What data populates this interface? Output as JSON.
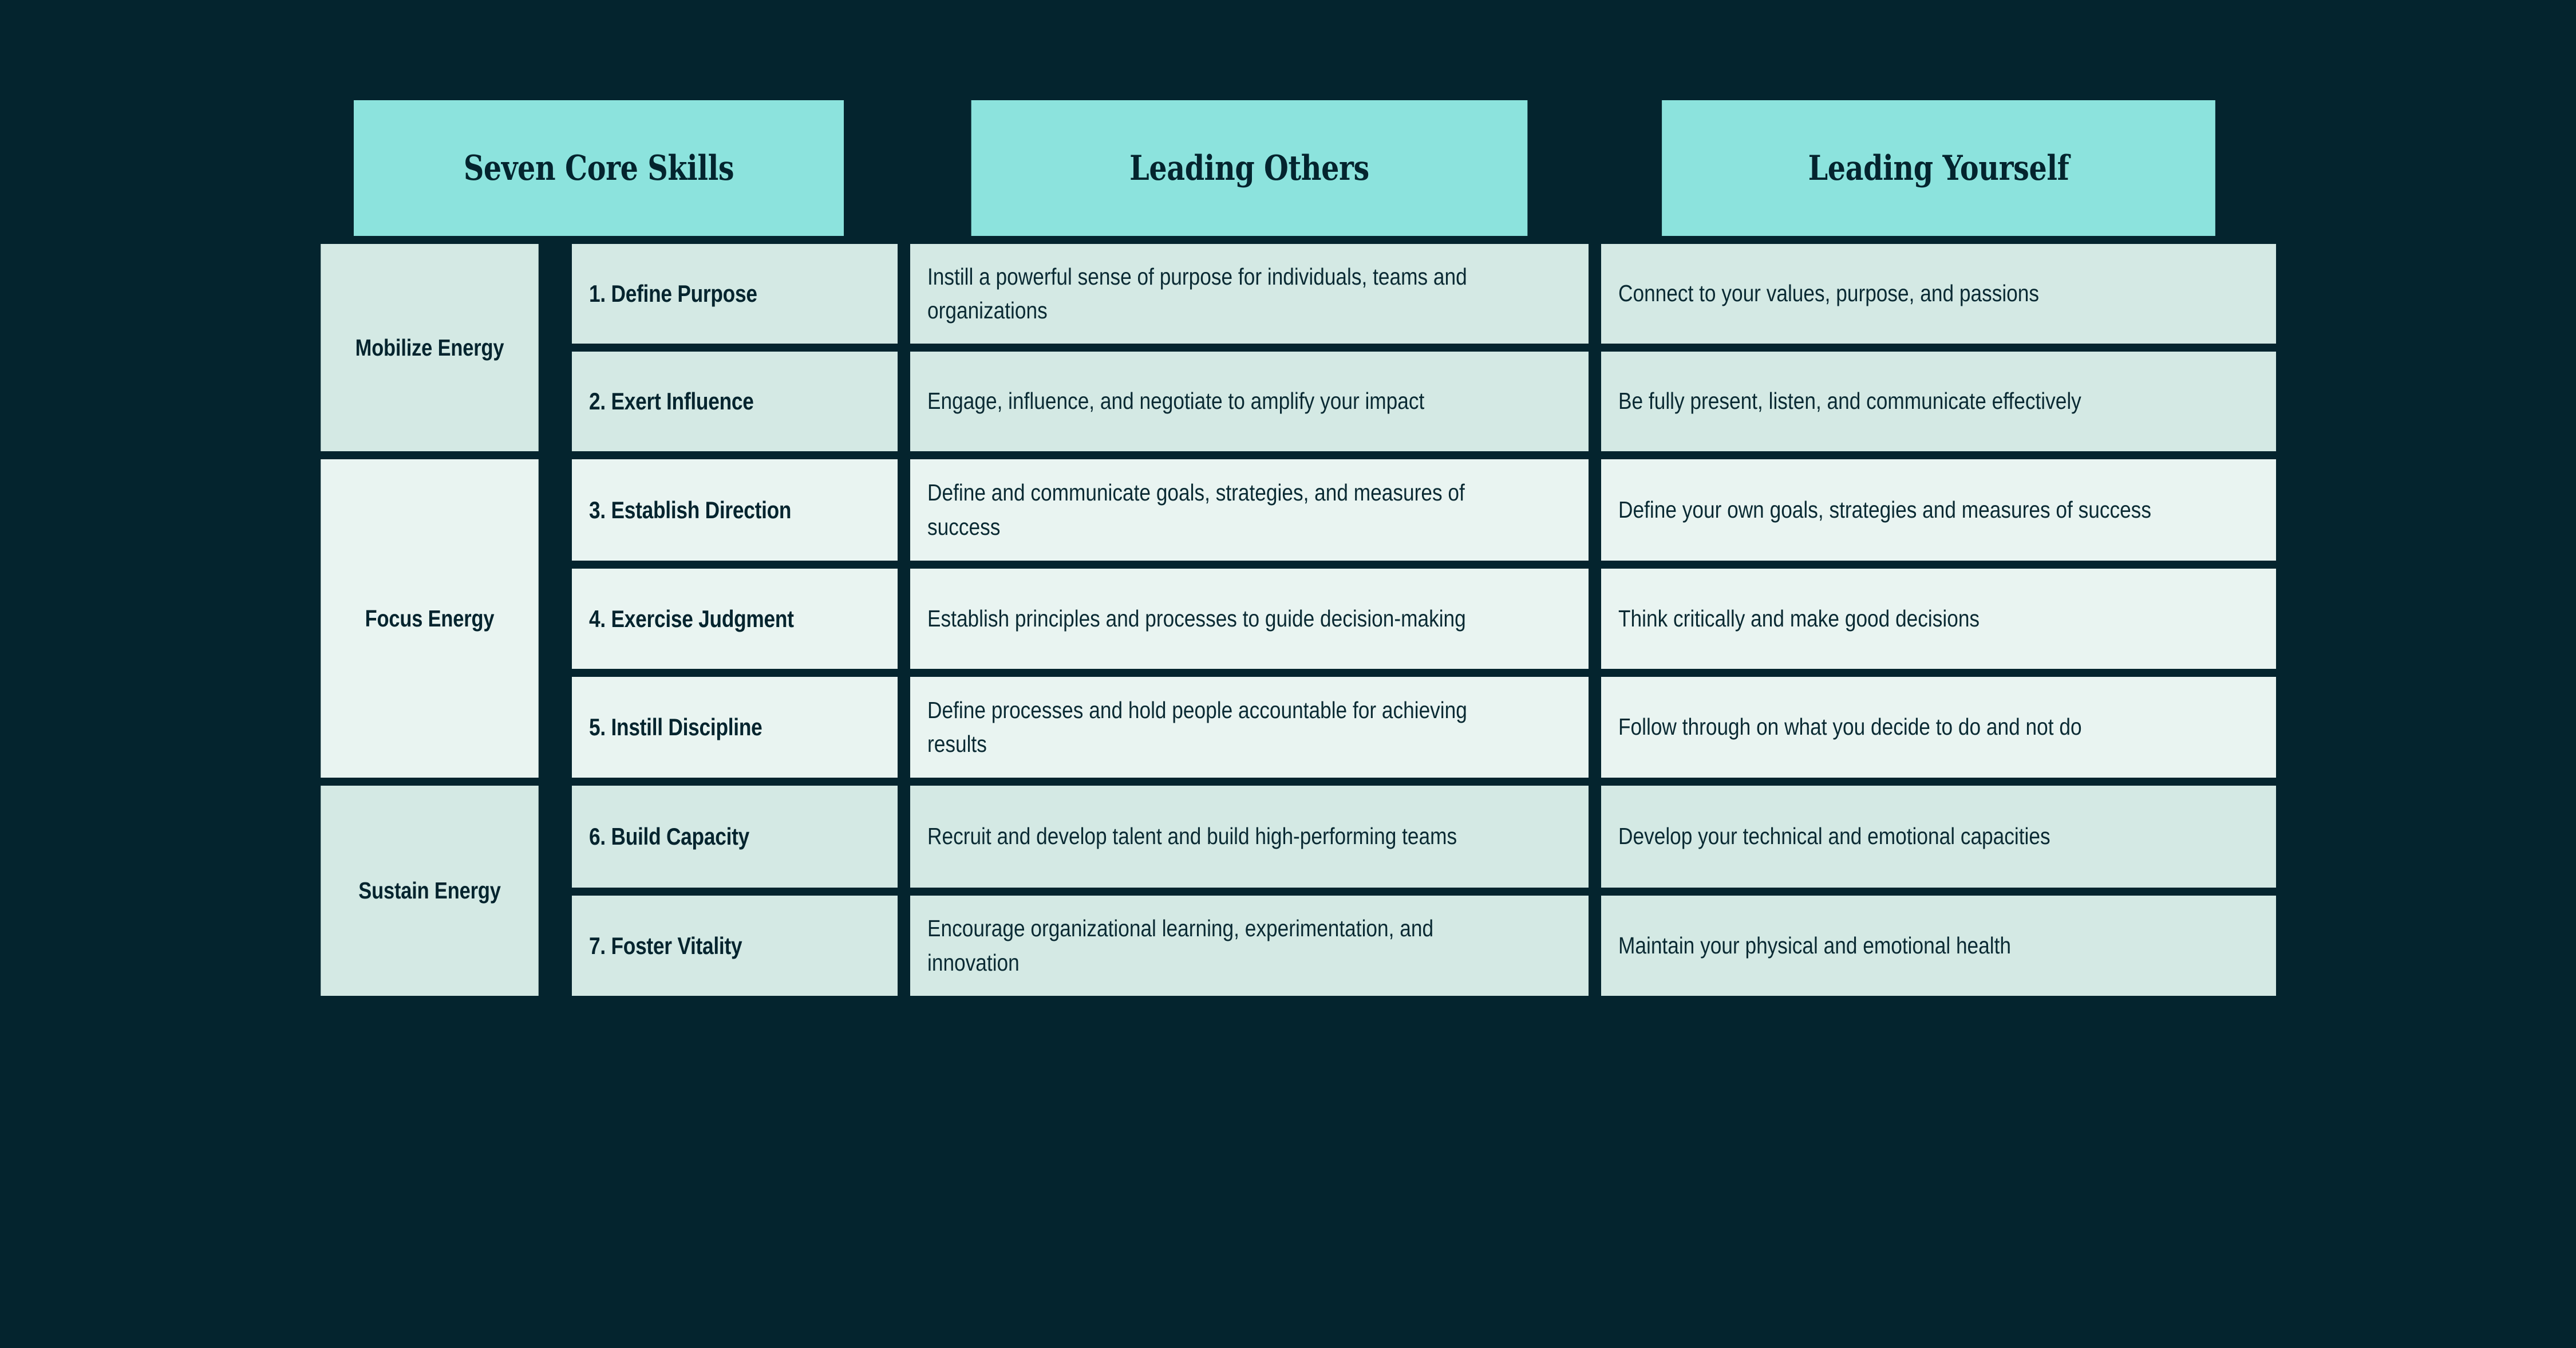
{
  "theme": {
    "background": "#04242e",
    "header_fill": "#8ce3dd",
    "band_a_fill": "#d4e9e4",
    "band_b_fill": "#e9f4f1",
    "text_color": "#04242e"
  },
  "table": {
    "headers": {
      "skills": "Seven Core Skills",
      "others": "Leading Others",
      "yourself": "Leading Yourself"
    },
    "categories": [
      {
        "label": "Mobilize Energy",
        "rows": 2
      },
      {
        "label": "Focus Energy",
        "rows": 3
      },
      {
        "label": "Sustain Energy",
        "rows": 2
      }
    ],
    "rows": [
      {
        "skill": "1. Define Purpose",
        "leading_others": "Instill a powerful sense of purpose for individuals, teams and organizations",
        "leading_yourself": "Connect to your values,  purpose, and passions"
      },
      {
        "skill": "2. Exert Influence",
        "leading_others": "Engage, influence, and negotiate to amplify your impact",
        "leading_yourself": "Be fully present, listen, and communicate effectively"
      },
      {
        "skill": "3. Establish Direction",
        "leading_others": "Define and communicate goals, strategies, and measures of success",
        "leading_yourself": "Define your own goals, strategies and measures of success"
      },
      {
        "skill": "4. Exercise Judgment",
        "leading_others": "Establish principles and processes to guide decision-making",
        "leading_yourself": "Think critically and make good decisions"
      },
      {
        "skill": "5. Instill Discipline",
        "leading_others": "Define processes and hold people accountable for achieving results",
        "leading_yourself": "Follow through on what you decide to do and not do"
      },
      {
        "skill": "6. Build Capacity",
        "leading_others": "Recruit and develop talent and build high-performing teams",
        "leading_yourself": "Develop your technical and emotional capacities"
      },
      {
        "skill": "7. Foster Vitality",
        "leading_others": "Encourage organizational learning, experimentation, and innovation",
        "leading_yourself": "Maintain your physical and emotional health"
      }
    ]
  }
}
